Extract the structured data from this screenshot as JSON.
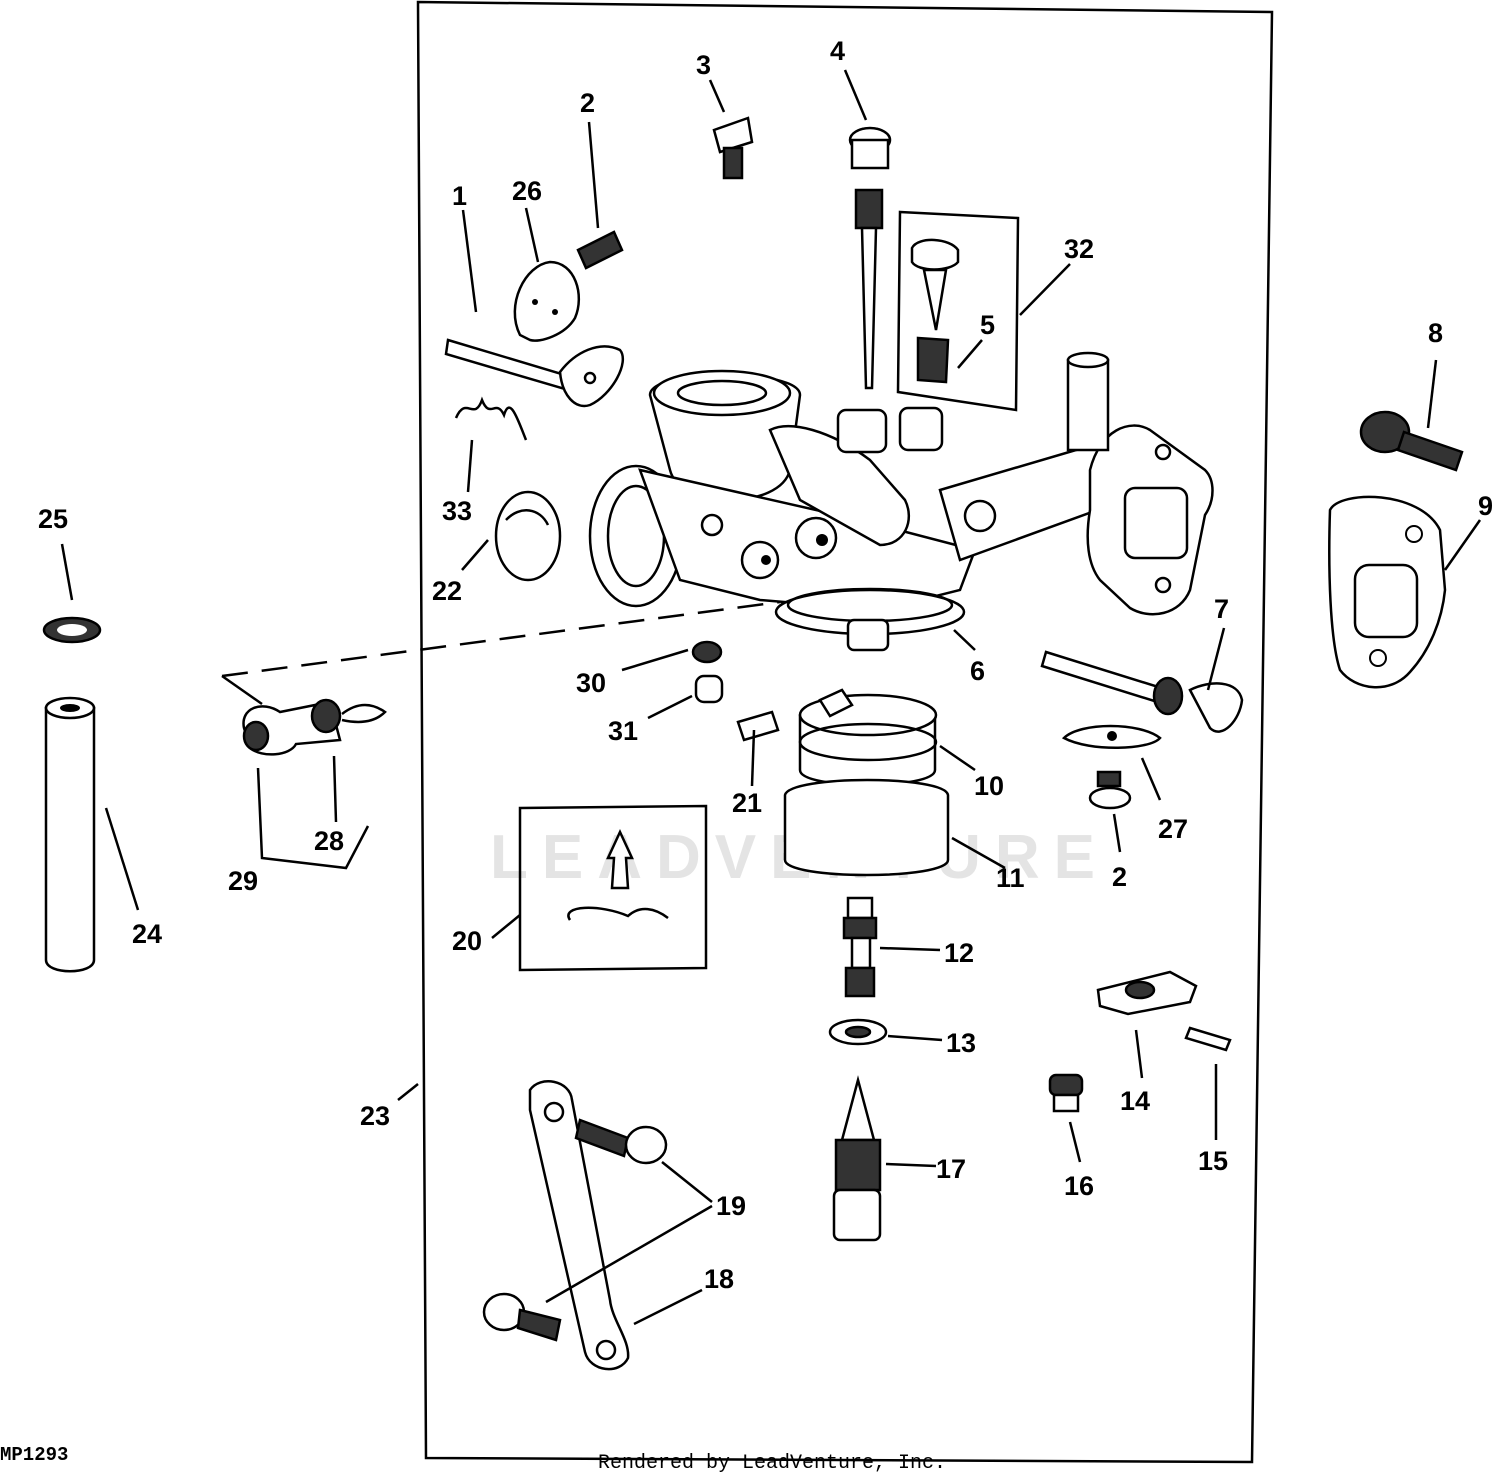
{
  "figure": {
    "id": "MP1293",
    "footer": "Rendered by LeadVenture, Inc.",
    "watermark": "LEADVENTURE"
  },
  "callouts": [
    {
      "key": "c1",
      "label": "1"
    },
    {
      "key": "c2a",
      "label": "2"
    },
    {
      "key": "c2b",
      "label": "2"
    },
    {
      "key": "c3",
      "label": "3"
    },
    {
      "key": "c4",
      "label": "4"
    },
    {
      "key": "c5",
      "label": "5"
    },
    {
      "key": "c6",
      "label": "6"
    },
    {
      "key": "c7",
      "label": "7"
    },
    {
      "key": "c8",
      "label": "8"
    },
    {
      "key": "c9",
      "label": "9"
    },
    {
      "key": "c10",
      "label": "10"
    },
    {
      "key": "c11",
      "label": "11"
    },
    {
      "key": "c12",
      "label": "12"
    },
    {
      "key": "c13",
      "label": "13"
    },
    {
      "key": "c14",
      "label": "14"
    },
    {
      "key": "c15",
      "label": "15"
    },
    {
      "key": "c16",
      "label": "16"
    },
    {
      "key": "c17",
      "label": "17"
    },
    {
      "key": "c18",
      "label": "18"
    },
    {
      "key": "c19",
      "label": "19"
    },
    {
      "key": "c20",
      "label": "20"
    },
    {
      "key": "c21",
      "label": "21"
    },
    {
      "key": "c22",
      "label": "22"
    },
    {
      "key": "c23",
      "label": "23"
    },
    {
      "key": "c24",
      "label": "24"
    },
    {
      "key": "c25",
      "label": "25"
    },
    {
      "key": "c26",
      "label": "26"
    },
    {
      "key": "c27",
      "label": "27"
    },
    {
      "key": "c28",
      "label": "28"
    },
    {
      "key": "c29",
      "label": "29"
    },
    {
      "key": "c30",
      "label": "30"
    },
    {
      "key": "c31",
      "label": "31"
    },
    {
      "key": "c32",
      "label": "32"
    },
    {
      "key": "c33",
      "label": "33"
    }
  ]
}
